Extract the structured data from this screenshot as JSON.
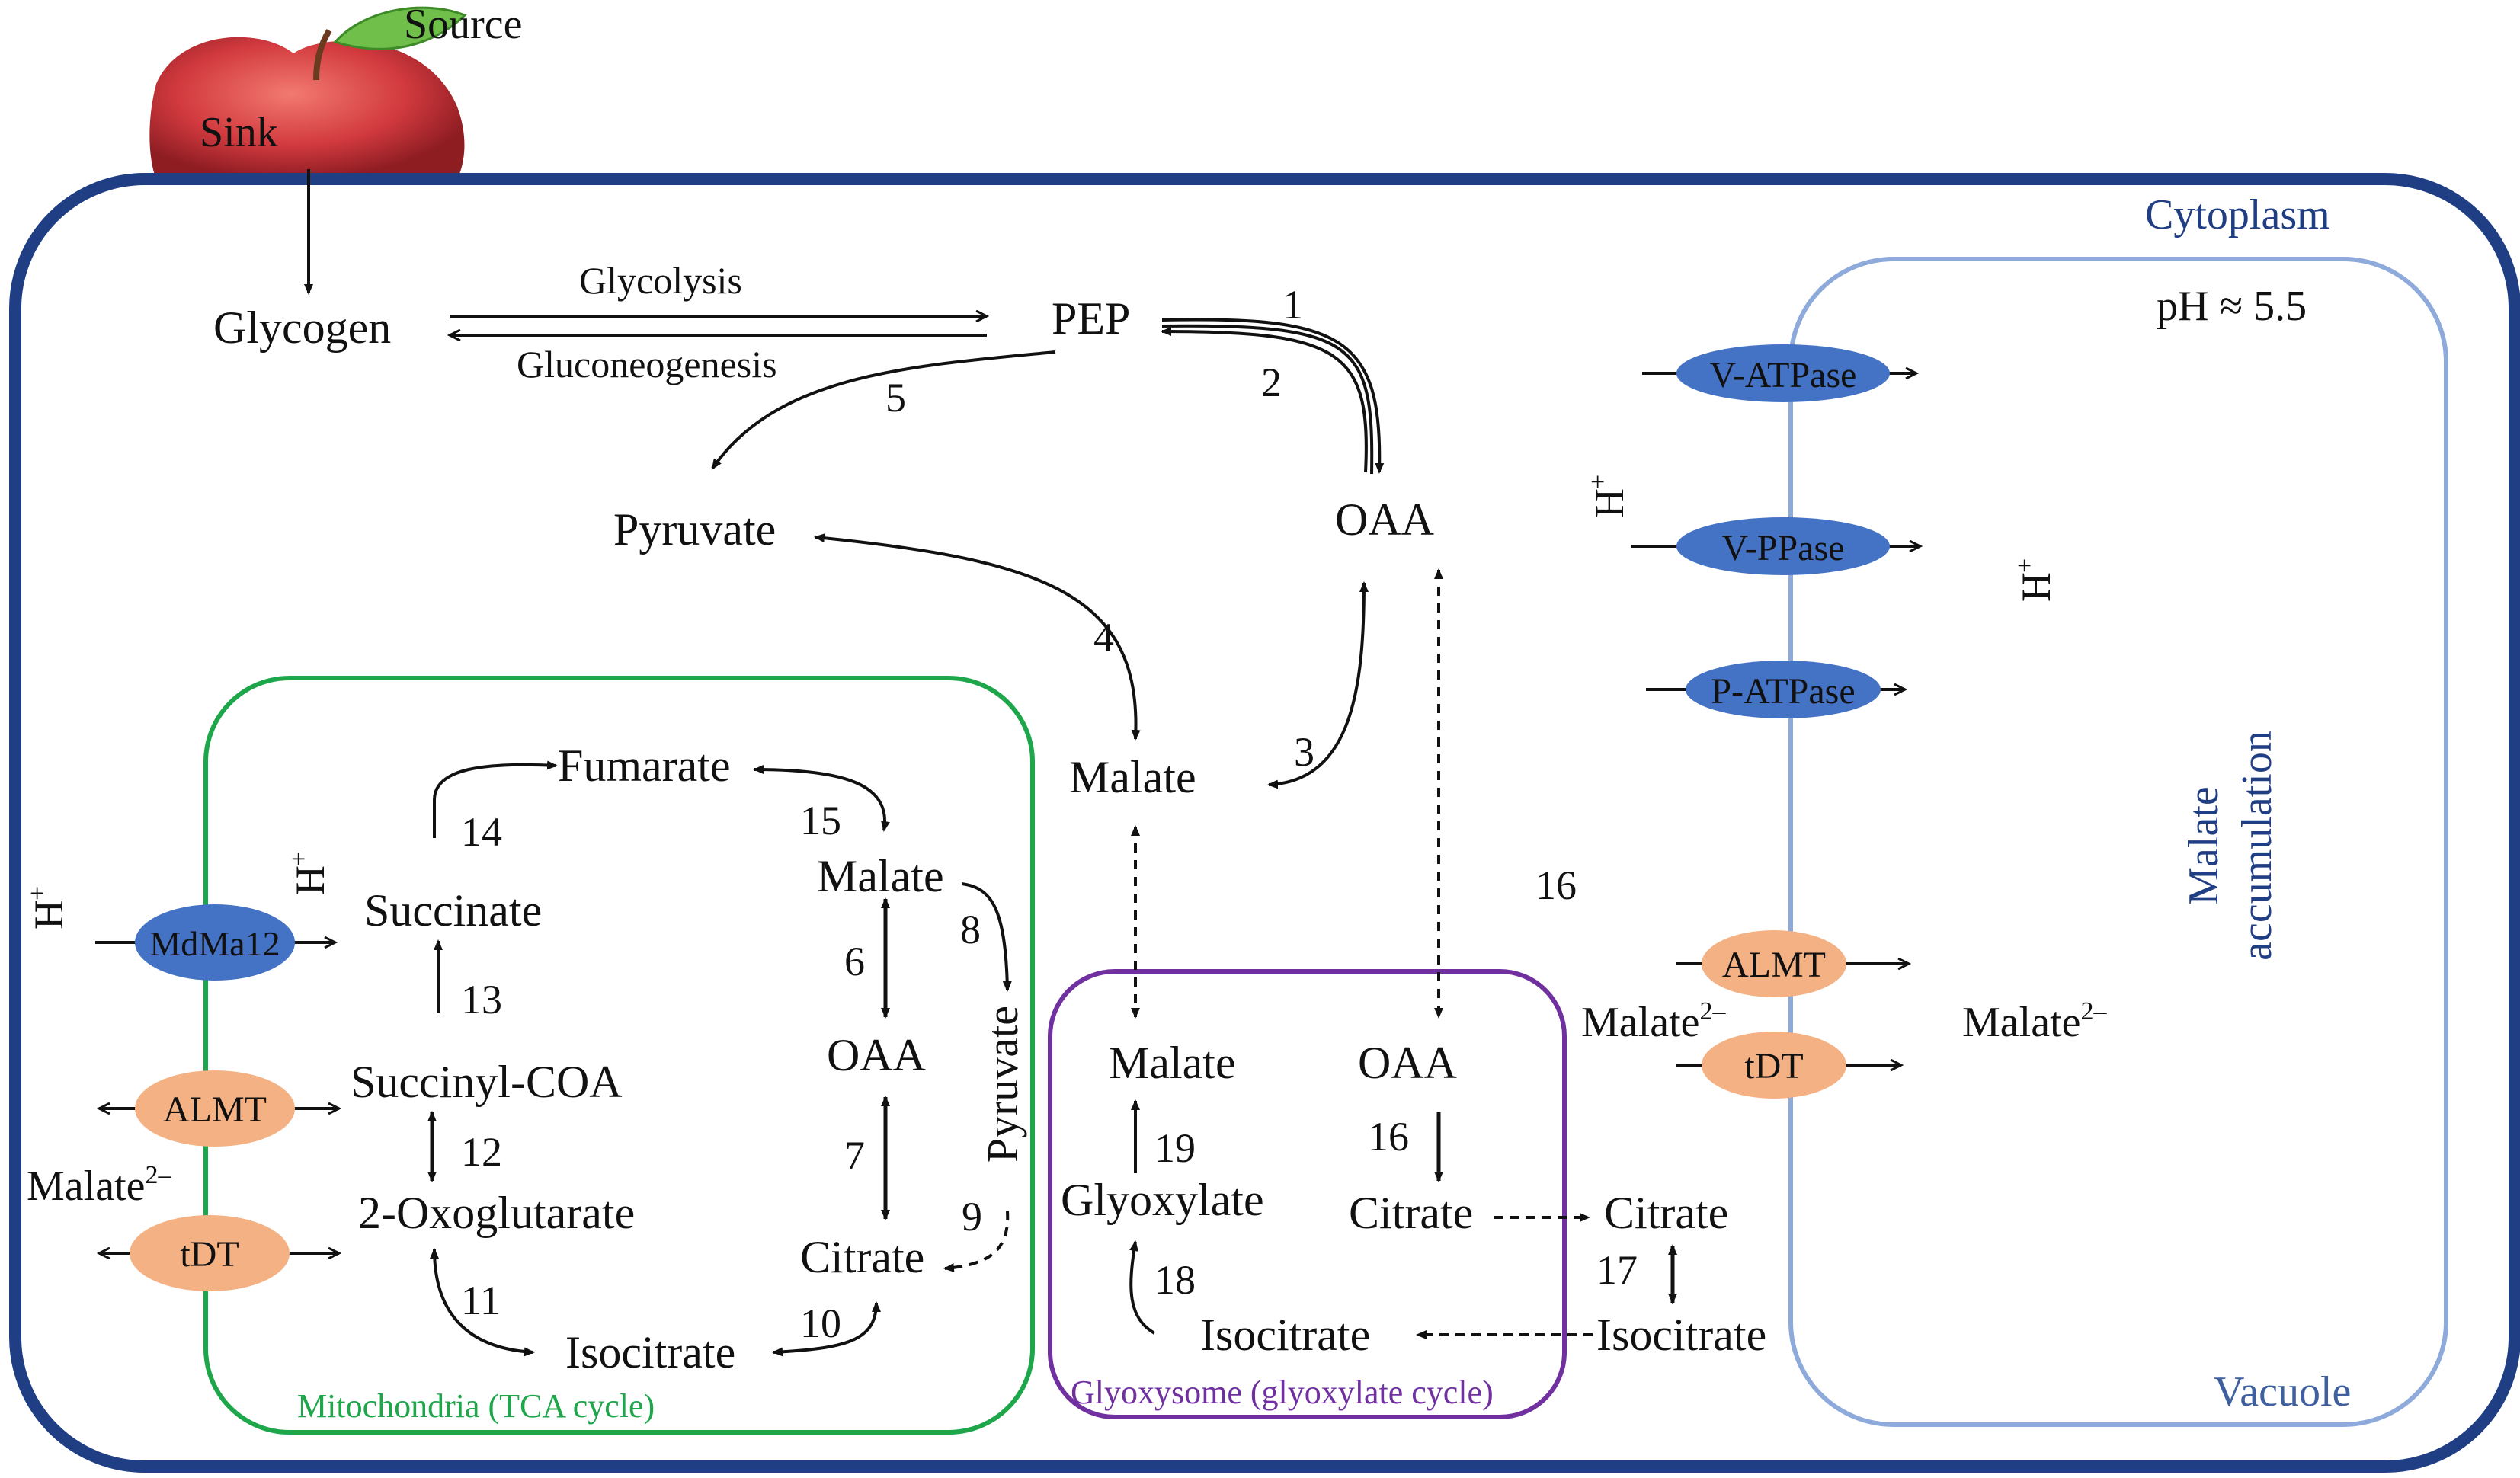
{
  "colors": {
    "cytoplasm": "#203e84",
    "vacuole": "#8eaadb",
    "mitochondria": "#1ea64b",
    "glyoxysome": "#7030a0",
    "pump": "#4472c4",
    "transporter": "#f4b183",
    "apple_red": "#d23a3f",
    "leaf": "#6fbf4a",
    "text": "#111111"
  },
  "apple": {
    "source_label": "Source",
    "sink_label": "Sink"
  },
  "compartments": {
    "cytoplasm": "Cytoplasm",
    "vacuole": "Vacuole",
    "mitochondria": "Mitochondria (TCA cycle)",
    "glyoxysome": "Glyoxysome (glyoxylate cycle)"
  },
  "cytosol": {
    "glycogen": "Glycogen",
    "pep": "PEP",
    "pyruvate": "Pyruvate",
    "oaa": "OAA",
    "malate": "Malate",
    "glycolysis": "Glycolysis",
    "gluconeogenesis": "Gluconeogenesis"
  },
  "mito": {
    "fumarate": "Fumarate",
    "succinate": "Succinate",
    "succinyl_coa": "Succinyl-COA",
    "oxoglutarate": "2-Oxoglutarate",
    "isocitrate": "Isocitrate",
    "citrate": "Citrate",
    "oaa": "OAA",
    "malate": "Malate",
    "pyruvate": "Pyruvate"
  },
  "glyox": {
    "malate": "Malate",
    "oaa": "OAA",
    "glyoxylate": "Glyoxylate",
    "citrate": "Citrate",
    "isocitrate": "Isocitrate"
  },
  "outside": {
    "citrate": "Citrate",
    "isocitrate": "Isocitrate"
  },
  "steps": {
    "s1": "1",
    "s2": "2",
    "s3": "3",
    "s4": "4",
    "s5": "5",
    "s6": "6",
    "s7": "7",
    "s8": "8",
    "s9": "9",
    "s10": "10",
    "s11": "11",
    "s12": "12",
    "s13": "13",
    "s14": "14",
    "s15": "15",
    "s16a": "16",
    "s16b": "16",
    "s17": "17",
    "s18": "18",
    "s19": "19"
  },
  "transporters": {
    "v_atpase": "V-ATPase",
    "v_ppase": "V-PPase",
    "p_atpase": "P-ATPase",
    "mdma12": "MdMa12",
    "almt_mito": "ALMT",
    "tdt_mito": "tDT",
    "almt_vac": "ALMT",
    "tdt_vac": "tDT"
  },
  "ions": {
    "h_vac_left": "H",
    "h_vac_right": "H",
    "h_mito_left": "H",
    "h_mito_right": "H",
    "h_sup": "+",
    "malate_ion": "Malate",
    "malate_charge": "2–"
  },
  "vacuole_info": {
    "ph": "pH ≈ 5.5",
    "malate_accumulation_1": "Malate",
    "malate_accumulation_2": "accumulation"
  }
}
